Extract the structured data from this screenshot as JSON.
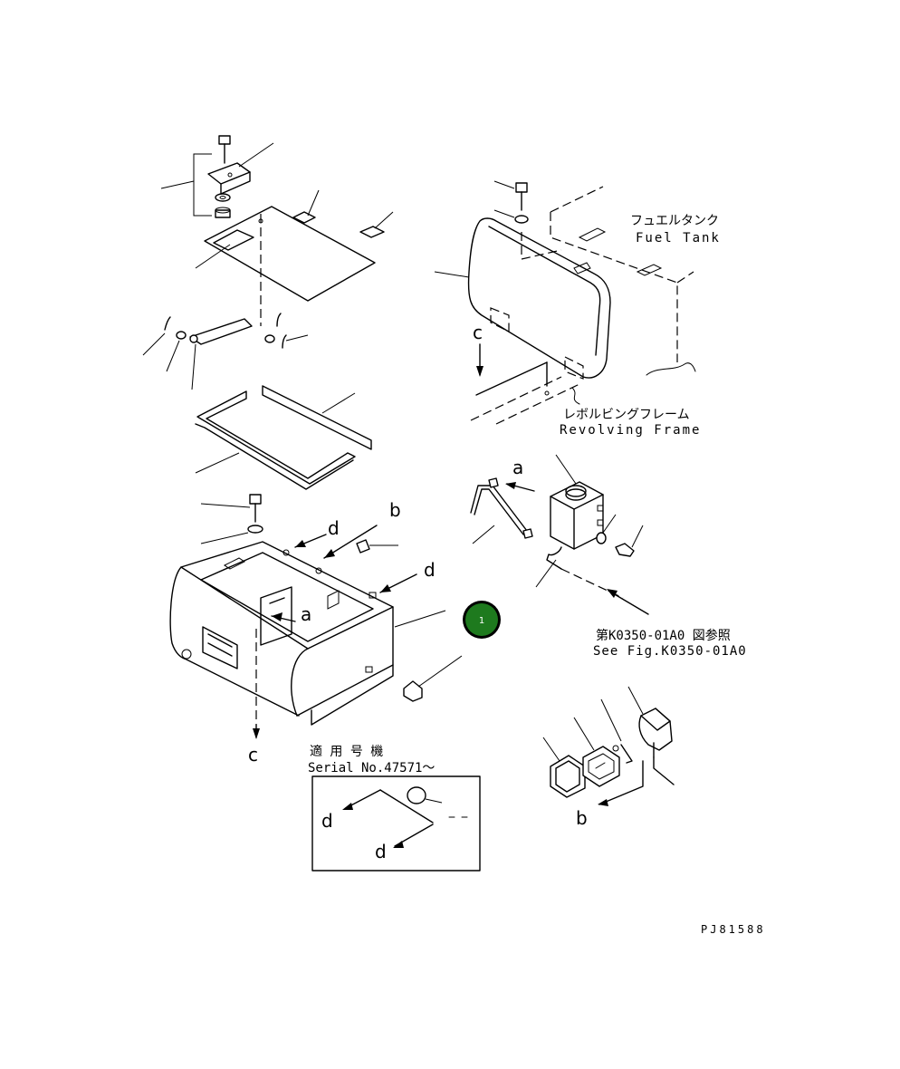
{
  "labels": {
    "fuel_tank_jp": "フュエルタンク",
    "fuel_tank_en": "Fuel Tank",
    "revolving_frame_jp": "レボルビングフレーム",
    "revolving_frame_en": "Revolving Frame",
    "see_fig_jp": "第K0350-01A0 図参照",
    "see_fig_en": "See Fig.K0350-01A0",
    "serial_jp": "適 用 号 機",
    "serial_en": "Serial No.47571～",
    "drawing_code": "PJ81588"
  },
  "reference_letters": {
    "a": "a",
    "b": "b",
    "c": "c",
    "d": "d"
  },
  "badge": {
    "number": "1",
    "color": "#1e7a1e"
  }
}
